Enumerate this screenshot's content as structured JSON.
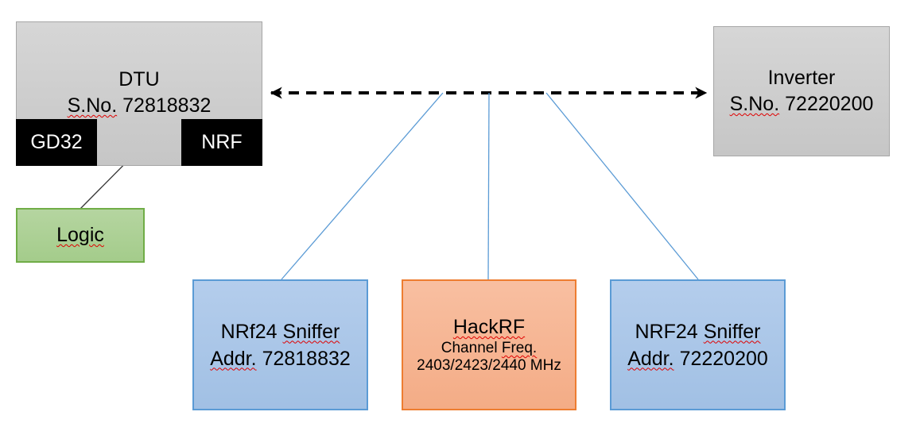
{
  "colors": {
    "canvas_bg": "#ffffff",
    "gray_fill_top": "#d6d6d6",
    "gray_fill_bottom": "#c6c6c6",
    "gray_border": "#a6a6a6",
    "black_fill": "#000000",
    "black_box_text": "#ffffff",
    "green_fill_top": "#b5d5a0",
    "green_fill_bottom": "#a4cc8b",
    "green_border": "#70ad47",
    "blue_fill_top": "#b4cdec",
    "blue_fill_bottom": "#a1c0e4",
    "blue_border": "#5b9bd5",
    "orange_fill_top": "#f8bfa1",
    "orange_fill_bottom": "#f4ac86",
    "orange_border": "#ed7d31",
    "connector_blue": "#5b9bd5",
    "arrow_black": "#000000",
    "line_gray": "#3a3a3a",
    "text_color": "#000000",
    "squiggle_red": "#e00000"
  },
  "dtu": {
    "title": "DTU",
    "serial_prefix": "S.No.",
    "serial_number": "72818832"
  },
  "gd32": {
    "label": "GD32"
  },
  "nrf": {
    "label": "NRF"
  },
  "logic": {
    "label": "Logic"
  },
  "inverter": {
    "title": "Inverter",
    "serial_prefix": "S.No.",
    "serial_number": "72220200"
  },
  "sniffer_left": {
    "name_prefix": "NRf24",
    "name_marked": "Sniffer",
    "addr_label": "Addr.",
    "addr_number": "72818832"
  },
  "hackrf": {
    "title": "HackRF",
    "channel_prefix": "Channel",
    "channel_marked": "Freq.",
    "frequencies": "2403/2423/2440 MHz"
  },
  "sniffer_right": {
    "name_prefix": "NRF24",
    "name_marked": "Sniffer",
    "addr_label": "Addr.",
    "addr_number": "72220200"
  }
}
